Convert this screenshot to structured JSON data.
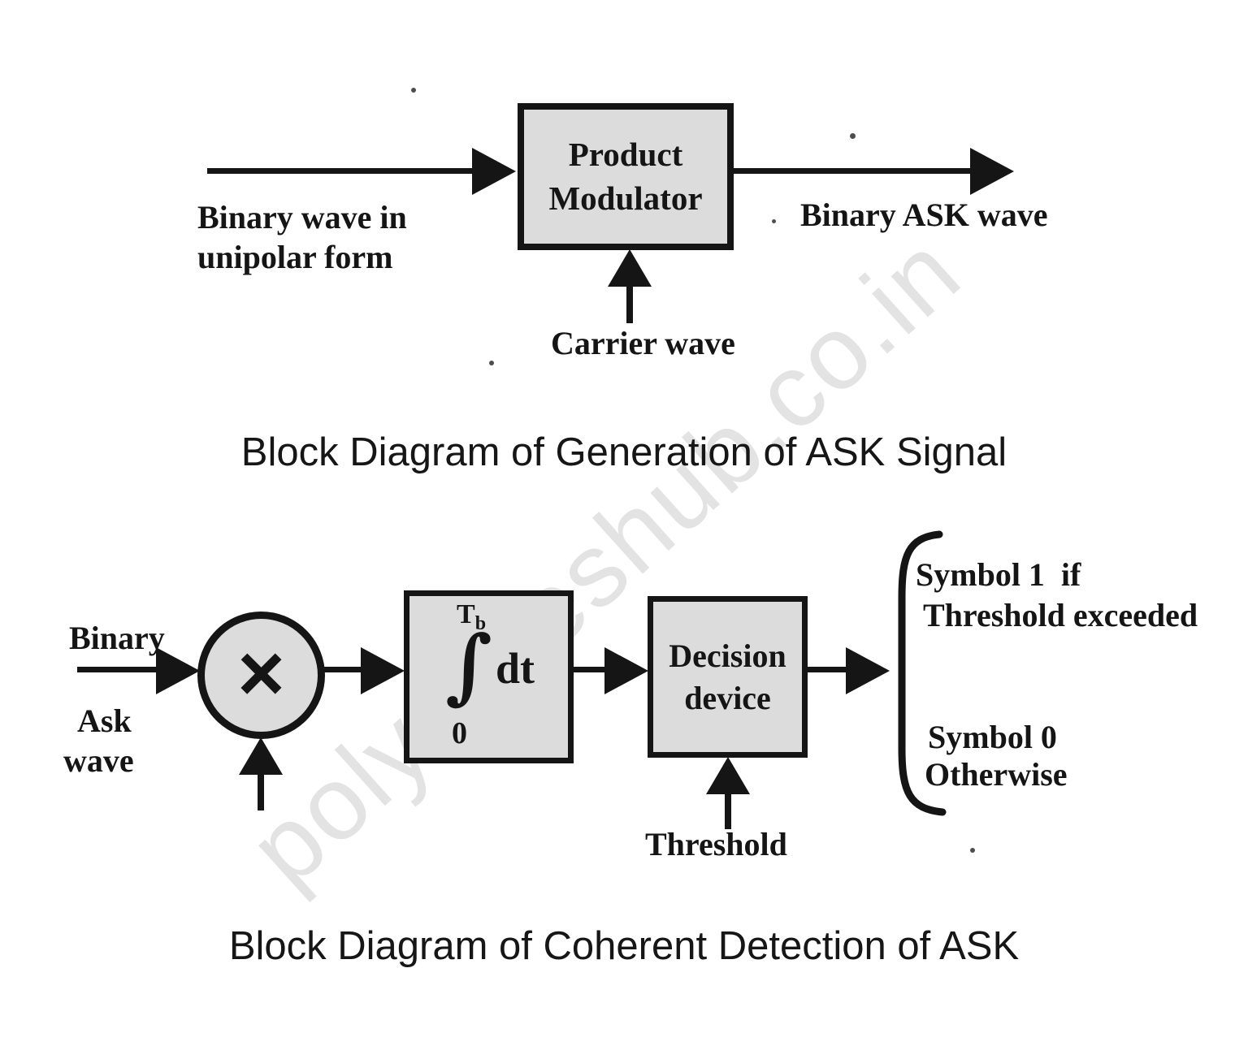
{
  "palette": {
    "ink": "#151515",
    "block_fill": "#dcdcdc",
    "background": "#ffffff"
  },
  "watermark": {
    "text": "polynoteshub.co.in",
    "color": "#e3e3e3"
  },
  "generation_diagram": {
    "caption": "Block Diagram of Generation of ASK Signal",
    "input_label": {
      "line1": "Binary wave in",
      "line2": "unipolar form"
    },
    "product_modulator": {
      "line1": "Product",
      "line2": "Modulator"
    },
    "carrier_label": "Carrier wave",
    "output_label": "Binary ASK wave"
  },
  "detection_diagram": {
    "caption": "Block Diagram of Coherent Detection of ASK",
    "input_label": {
      "line1": "Binary",
      "line2": "Ask",
      "line3": "wave"
    },
    "multiplier_symbol": "×",
    "integrator": {
      "upper_limit": "T",
      "upper_limit_sub": "b",
      "integral_sign": "∫",
      "lower_limit": "0",
      "integrand": "dt"
    },
    "decision_device": {
      "line1": "Decision",
      "line2": "device"
    },
    "threshold_label": "Threshold",
    "output": {
      "line1": "Symbol 1  if",
      "line2": "Threshold exceeded",
      "line3": "Symbol 0",
      "line4": "Otherwise"
    }
  }
}
